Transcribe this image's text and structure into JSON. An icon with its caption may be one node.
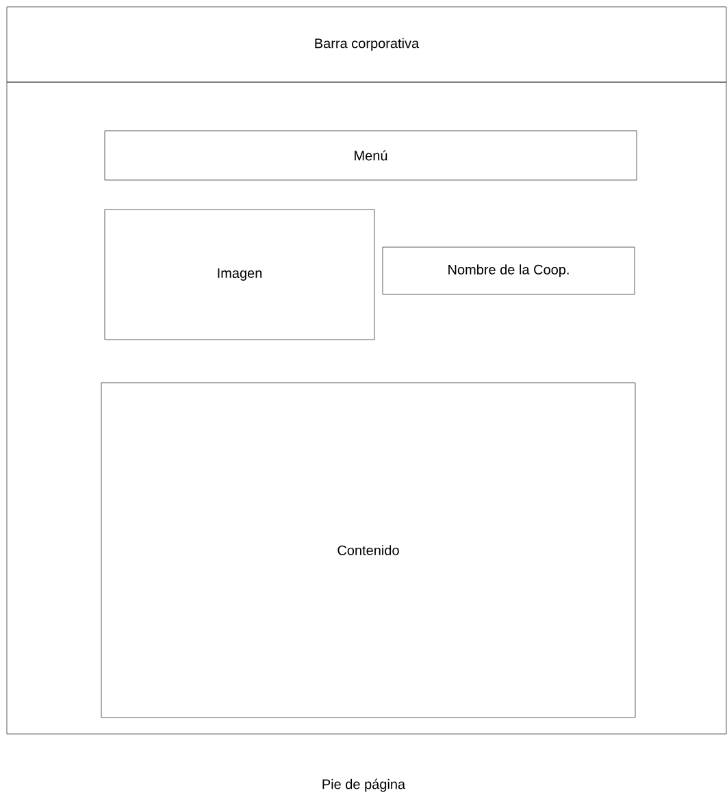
{
  "diagram": {
    "nodes": [
      {
        "text": [
          "Barra corporativa"
        ]
      },
      {
        "text": [],
        "shape": "box"
      },
      {
        "text": [
          "Menú"
        ],
        "in": 1
      },
      {
        "text": [
          "Imagen"
        ],
        "in": 1
      },
      {
        "text": [
          "Nombre de la Coop."
        ],
        "in": 1
      },
      {
        "text": [
          "Contenido"
        ],
        "in": 1
      }
    ],
    "labels": [
      "Pie de página"
    ]
  }
}
